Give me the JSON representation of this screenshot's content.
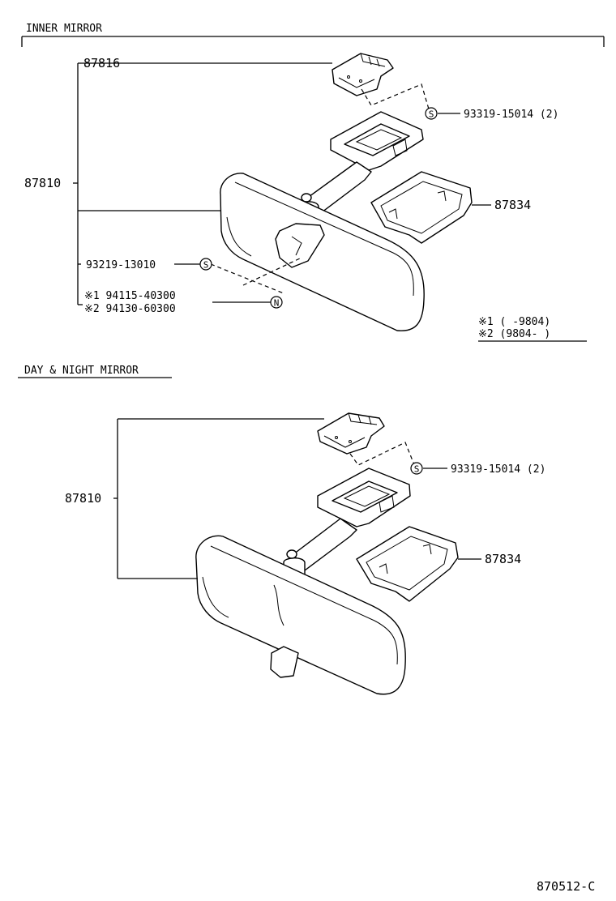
{
  "sections": {
    "inner": {
      "title": "INNER MIRROR",
      "labels": {
        "bracket": "87816",
        "mirror": "87810",
        "cover": "87834",
        "screw_top": "93319-15014 (2)",
        "screw_mid": "93219-13010",
        "nut1": "※1 94115-40300",
        "nut2": "※2 94130-60300",
        "screw_symbol": "S",
        "nut_symbol": "N"
      },
      "legend": {
        "note1": "※1 (     -9804)",
        "note2": "※2 (9804-     )"
      }
    },
    "day_night": {
      "title": "DAY & NIGHT MIRROR",
      "labels": {
        "mirror": "87810",
        "cover": "87834",
        "screw_top": "93319-15014 (2)",
        "screw_symbol": "S"
      }
    }
  },
  "diagram_code": "870512-C"
}
